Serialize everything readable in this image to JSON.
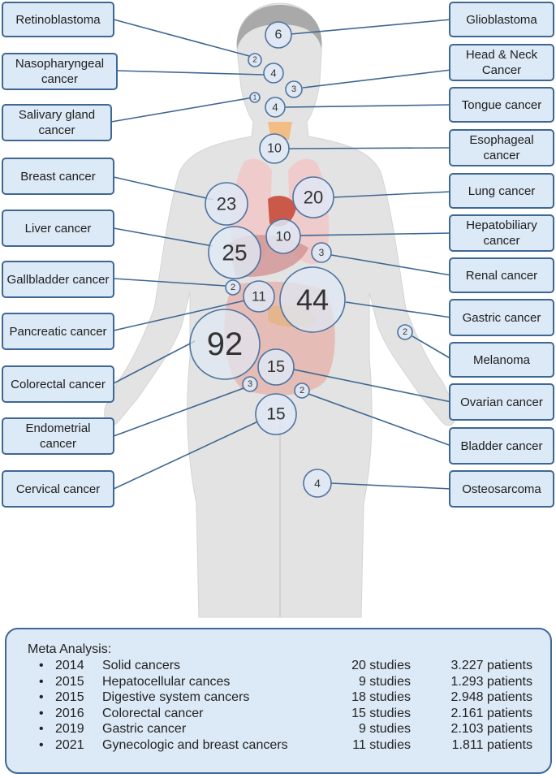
{
  "labels": {
    "retinoblastoma": "Retinoblastoma",
    "nasopharyngeal": "Nasopharyngeal cancer",
    "salivary": "Salivary gland cancer",
    "breast": "Breast cancer",
    "liver": "Liver cancer",
    "gallbladder": "Gallbladder cancer",
    "pancreatic": "Pancreatic cancer",
    "colorectal": "Colorectal cancer",
    "endometrial": "Endometrial cancer",
    "cervical": "Cervical cancer",
    "glioblastoma": "Glioblastoma",
    "headneck": "Head & Neck Cancer",
    "tongue": "Tongue cancer",
    "esophageal": "Esophageal cancer",
    "lung": "Lung cancer",
    "hepatobiliary": "Hepatobiliary cancer",
    "renal": "Renal cancer",
    "gastric": "Gastric cancer",
    "melanoma": "Melanoma",
    "ovarian": "Ovarian cancer",
    "bladder": "Bladder cancer",
    "osteosarcoma": "Osteosarcoma"
  },
  "bubbles": {
    "glioblastoma": "6",
    "retinoblastoma": "2",
    "nasopharyngeal": "4",
    "headneck": "3",
    "salivary": "1",
    "tongue": "4",
    "esophageal": "10",
    "lung": "20",
    "breast": "23",
    "hepatobiliary": "10",
    "liver": "25",
    "renal": "3",
    "gallbladder": "2",
    "pancreatic": "11",
    "gastric": "44",
    "colorectal": "92",
    "ovarian": "15",
    "bladder": "2",
    "endometrial": "3",
    "cervical": "15",
    "melanoma": "2",
    "osteosarcoma": "4"
  },
  "meta": {
    "title": "Meta Analysis:",
    "rows": [
      {
        "year": "2014",
        "name": "Solid cancers",
        "studies": "20 studies",
        "patients": "3.227 patients"
      },
      {
        "year": "2015",
        "name": "Hepatocellular cances",
        "studies": "9 studies",
        "patients": "1.293 patients"
      },
      {
        "year": "2015",
        "name": "Digestive system cancers",
        "studies": "18 studies",
        "patients": "2.948 patients"
      },
      {
        "year": "2016",
        "name": "Colorectal cancer",
        "studies": "15 studies",
        "patients": "2.161 patients"
      },
      {
        "year": "2019",
        "name": "Gastric cancer",
        "studies": "9 studies",
        "patients": "2.103 patients"
      },
      {
        "year": "2021",
        "name": "Gynecologic and breast cancers",
        "studies": "11 studies",
        "patients": "1.811 patients"
      }
    ]
  },
  "colors": {
    "label_fill": "#dce9f6",
    "label_border": "#3f6793",
    "bubble_fill": "#dfe8f4",
    "bubble_stroke": "#4e74a0",
    "body": "#e3e3e3"
  }
}
